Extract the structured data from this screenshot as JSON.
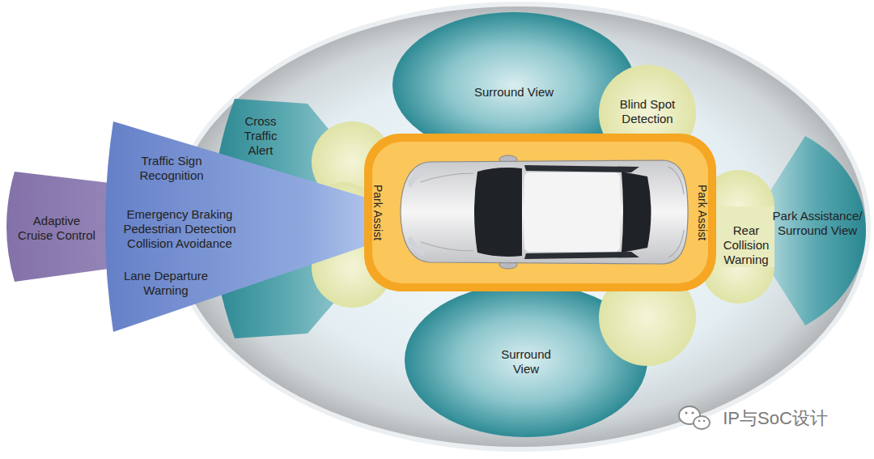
{
  "diagram": {
    "nodes": [
      {
        "text": [
          "Surround View"
        ]
      },
      {
        "text": [
          "Blind Spot Detection"
        ]
      },
      {
        "text": [
          "Traffic Sign Recognition"
        ]
      },
      {
        "text": [
          "Cross Traffic Alert"
        ]
      },
      {
        "text": [
          "Adaptive Cruise Control"
        ]
      },
      {
        "text": [
          "Emergency Braking Pedestrian Detection Collision Avoidance"
        ]
      },
      {
        "text": [
          "Park Assist",
          "Park Assist"
        ]
      },
      {
        "text": [
          "Rear Collision Warning"
        ]
      },
      {
        "text": [
          "Park Assistance/ Surround View"
        ]
      },
      {
        "text": [
          "Lane Departure Warning"
        ]
      },
      {
        "text": [
          "Surround View"
        ]
      }
    ],
    "labels": [
      "IP与SoC设计"
    ]
  }
}
